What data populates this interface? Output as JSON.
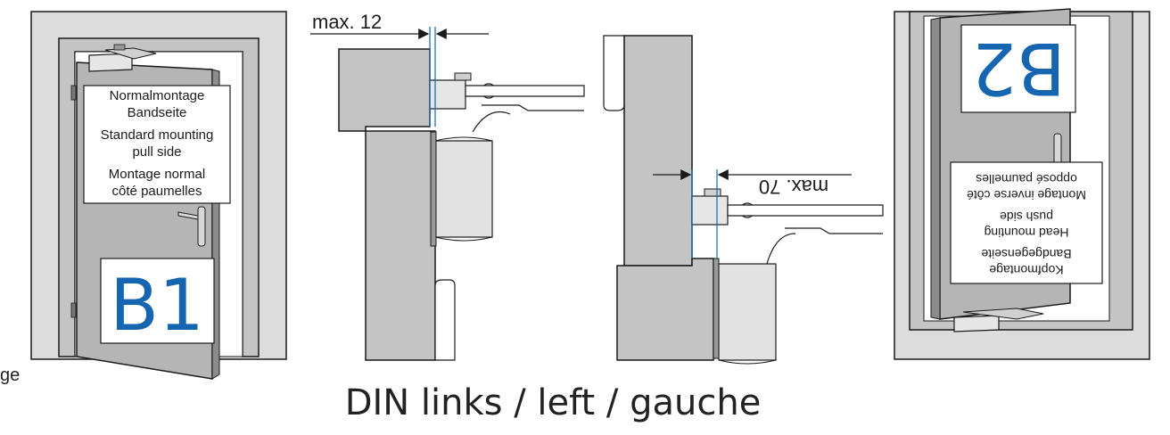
{
  "b1": {
    "badge": "B1",
    "text_lines": [
      "Normalmontage",
      "Bandseite",
      "Standard mounting",
      "pull side",
      "Montage normal",
      "côté paumelles"
    ]
  },
  "b2": {
    "badge": "B2",
    "text_lines": [
      "Kopfmontage",
      "Bandgegenseite",
      "Head mounting",
      "push side",
      "Montage inverse côté",
      "opposé paumelles"
    ]
  },
  "dimensions": {
    "max_12": "max. 12",
    "max_70": "max. 70"
  },
  "edge_fragment": "ge",
  "caption": "DIN links / left / gauche",
  "colors": {
    "accent_blue": "#1565b0",
    "wall_gray": "#dcdcdc",
    "door_gray": "#b5b5b5",
    "line": "#1a1a1a"
  }
}
